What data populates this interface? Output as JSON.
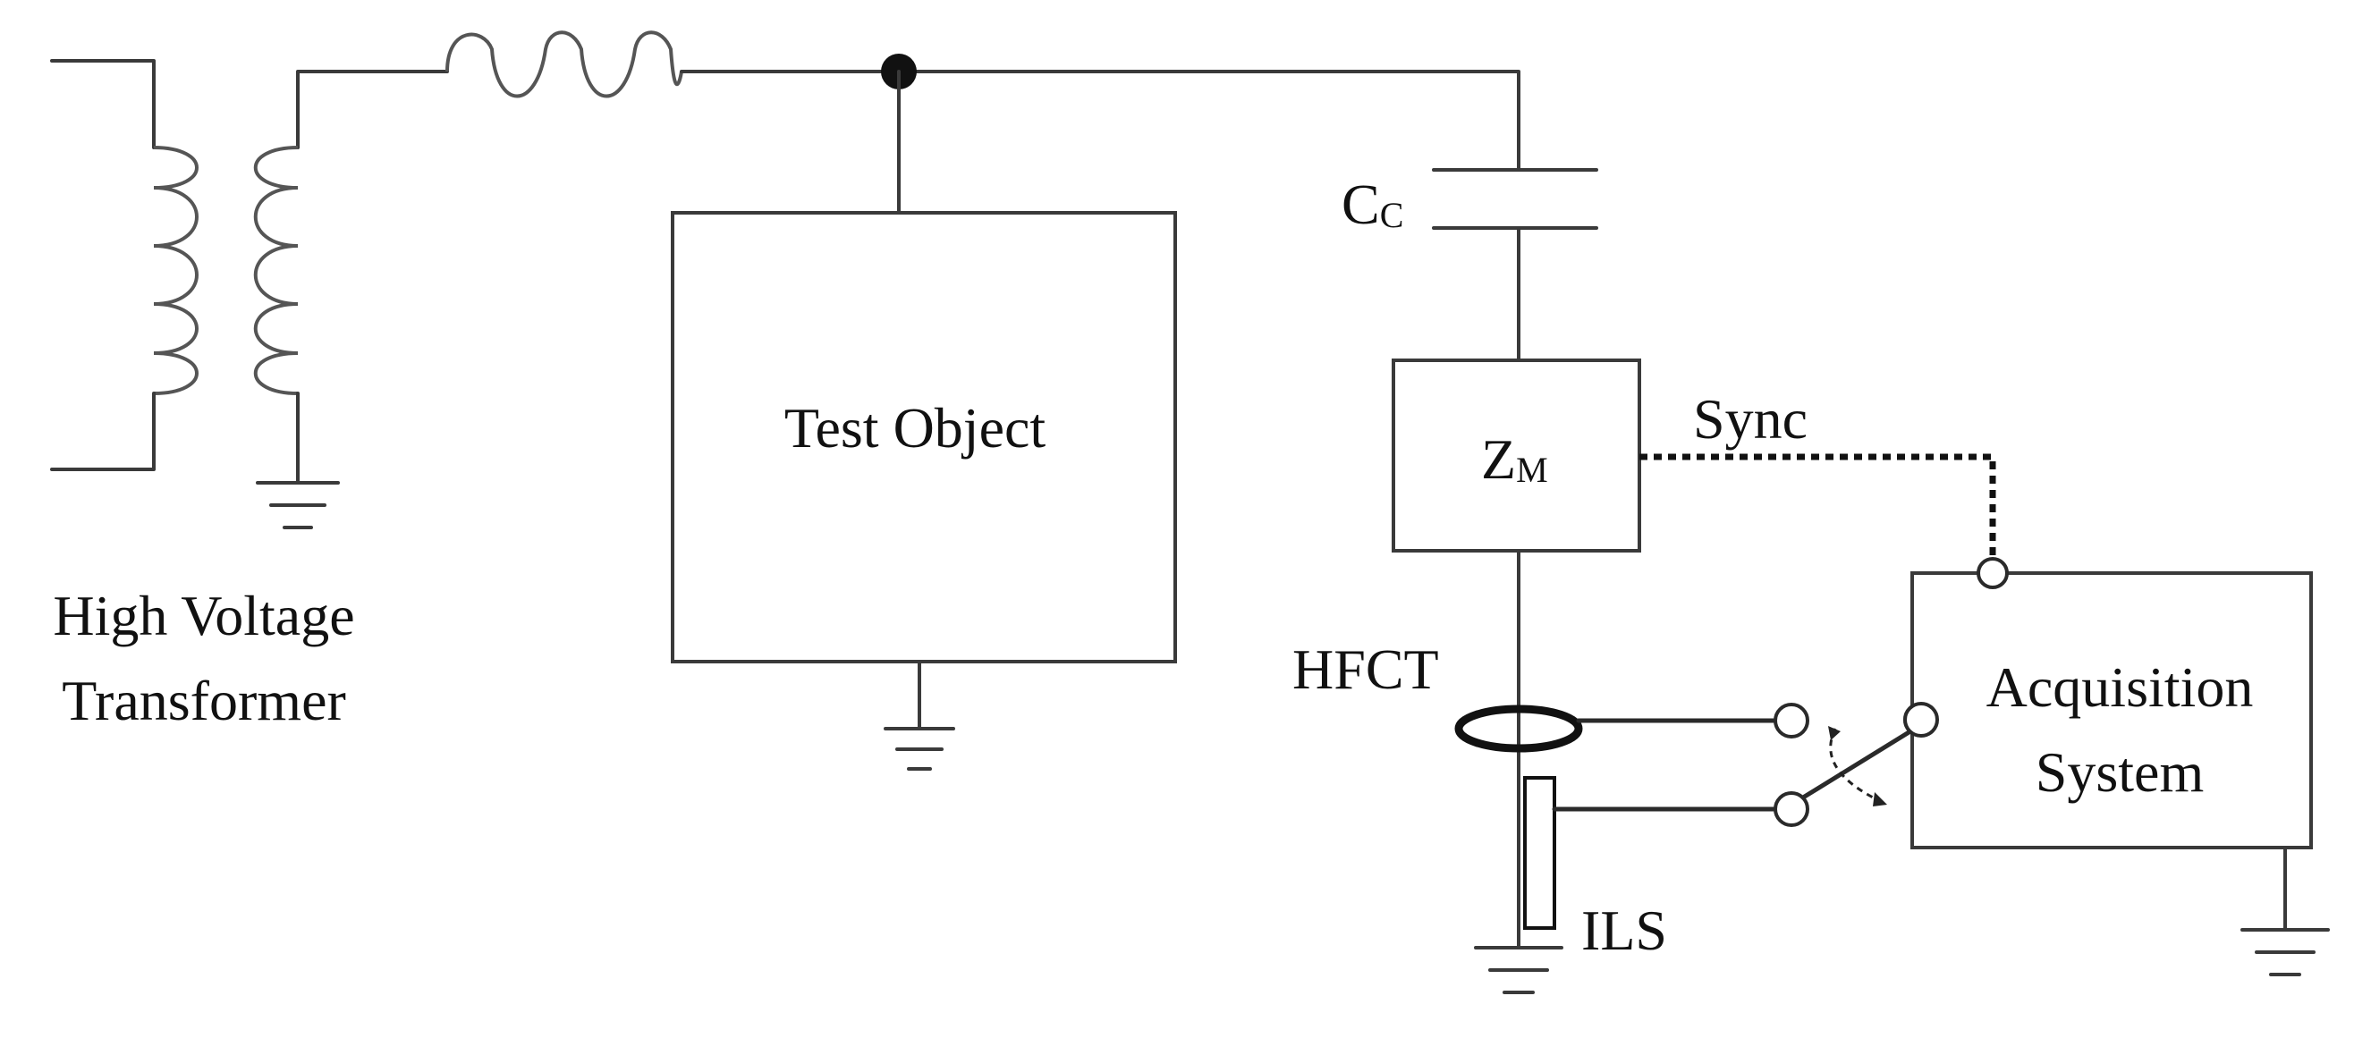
{
  "diagram": {
    "transformer_label_line1": "High Voltage",
    "transformer_label_line2": "Transformer",
    "test_object_label": "Test Object",
    "coupling_capacitor_label": "C",
    "coupling_capacitor_subscript": "C",
    "measuring_impedance_label": "Z",
    "measuring_impedance_subscript": "M",
    "sync_label": "Sync",
    "hfct_label": "HFCT",
    "ils_label": "ILS",
    "acquisition_label_line1": "Acquisition",
    "acquisition_label_line2": "System"
  },
  "colors": {
    "line": "#3a3a3a",
    "background": "#ffffff"
  }
}
